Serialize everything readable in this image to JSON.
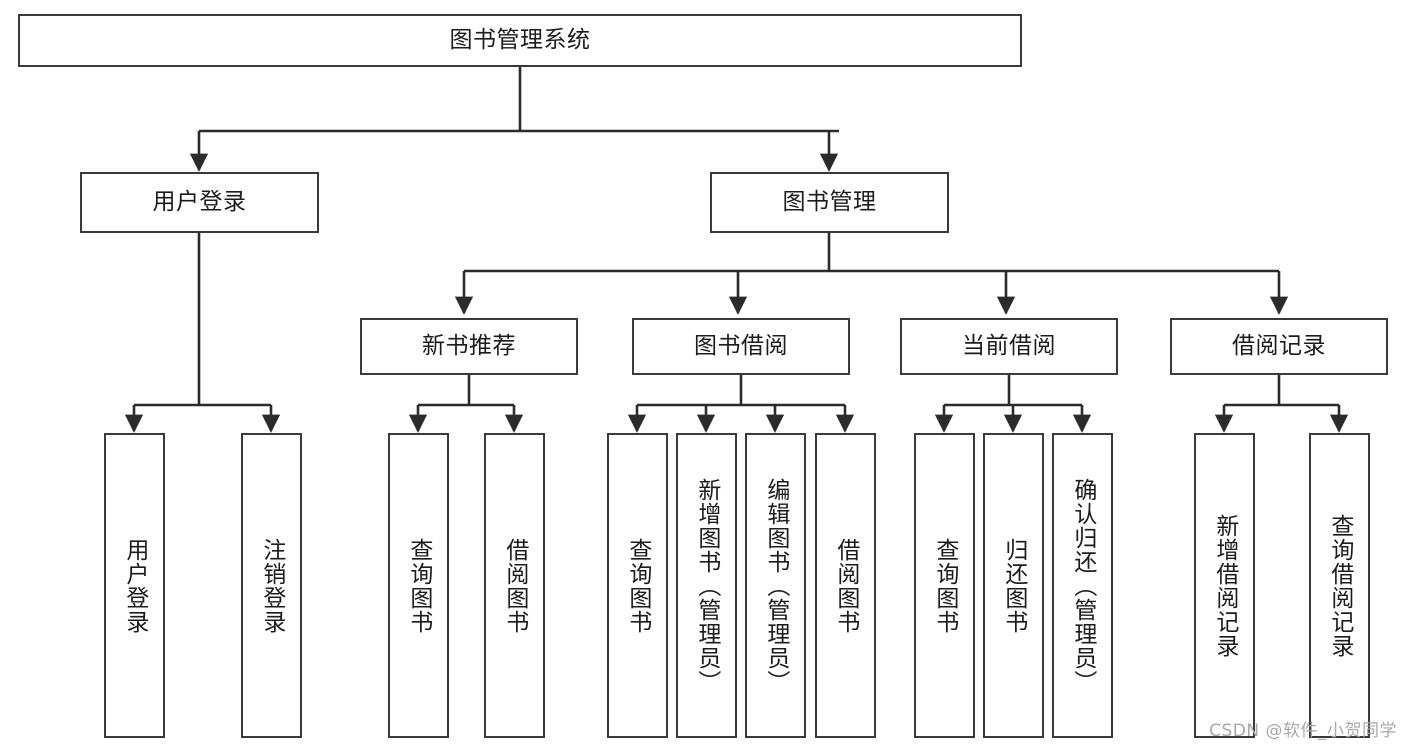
{
  "diagram": {
    "title_text": "图书管理系统",
    "type": "tree-hierarchy-diagram",
    "colors": {
      "box_border": "#3a3a3a",
      "box_fill": "#ffffff",
      "connector": "#2b2b2b",
      "text": "#1c1c1c",
      "watermark": "#a9a9a9",
      "background": "#ffffff"
    },
    "root": {
      "label": "图书管理系统"
    },
    "level2": [
      {
        "label": "用户登录"
      },
      {
        "label": "图书管理"
      }
    ],
    "level3": [
      {
        "label": "新书推荐"
      },
      {
        "label": "图书借阅"
      },
      {
        "label": "当前借阅"
      },
      {
        "label": "借阅记录"
      }
    ],
    "leaves": [
      {
        "label": "用户登录",
        "parent": "用户登录"
      },
      {
        "label": "注销登录",
        "parent": "用户登录"
      },
      {
        "label": "查询图书",
        "parent": "新书推荐"
      },
      {
        "label": "借阅图书",
        "parent": "新书推荐"
      },
      {
        "label": "查询图书",
        "parent": "图书借阅"
      },
      {
        "label": "新增图书（管理员）",
        "parent": "图书借阅"
      },
      {
        "label": "编辑图书（管理员）",
        "parent": "图书借阅"
      },
      {
        "label": "借阅图书",
        "parent": "图书借阅"
      },
      {
        "label": "查询图书",
        "parent": "当前借阅"
      },
      {
        "label": "归还图书",
        "parent": "当前借阅"
      },
      {
        "label": "确认归还（管理员）",
        "parent": "当前借阅"
      },
      {
        "label": "新增借阅记录",
        "parent": "借阅记录"
      },
      {
        "label": "查询借阅记录",
        "parent": "借阅记录"
      }
    ],
    "watermark": "CSDN @软件_小贺同学"
  }
}
